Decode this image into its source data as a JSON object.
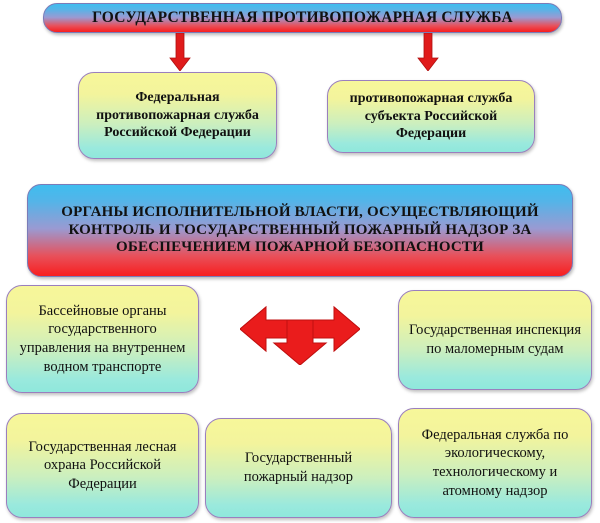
{
  "diagram": {
    "title_banner": {
      "text": "ГОСУДАРСТВЕННАЯ ПРОТИВОПОЖАРНАЯ СЛУЖБА"
    },
    "tier1": [
      {
        "text": "Федеральная противопожарная служба Российской Федерации"
      },
      {
        "text": "противопожарная служба субъекта Российской Федерации"
      }
    ],
    "mid_banner": {
      "text": "ОРГАНЫ ИСПОЛНИТЕЛЬНОЙ ВЛАСТИ, ОСУЩЕСТВЛЯЮЩИЙ КОНТРОЛЬ  И ГОСУДАРСТВЕННЫЙ ПОЖАРНЫЙ НАДЗОР ЗА ОБЕСПЕЧЕНИЕМ ПОЖАРНОЙ БЕЗОПАСНОСТИ"
    },
    "tier2": [
      {
        "text": "Бассейновые органы государственного управления на внутреннем водном транспорте"
      },
      {
        "text": "Государственная инспекция по маломерным судам"
      }
    ],
    "tier3": [
      {
        "text": "Государственная лесная охрана Российской Федерации"
      },
      {
        "text": "Государственный пожарный надзор"
      },
      {
        "text": "Федеральная служба по экологическому, технологическому и атомному надзор"
      }
    ],
    "connectors": {
      "arrow_down_left": "down-arrow-icon",
      "arrow_down_right": "down-arrow-icon",
      "arrow_tri": "tri-directional-arrow-icon"
    },
    "colors": {
      "banner_top": "#3fbdef",
      "banner_bottom": "#f81e1e",
      "box_top": "#f7f79a",
      "box_bottom": "#8fe8dc",
      "box_border": "#9a7fbe",
      "arrow_red": "#e01b1b",
      "text": "#111111",
      "background": "#ffffff"
    }
  }
}
